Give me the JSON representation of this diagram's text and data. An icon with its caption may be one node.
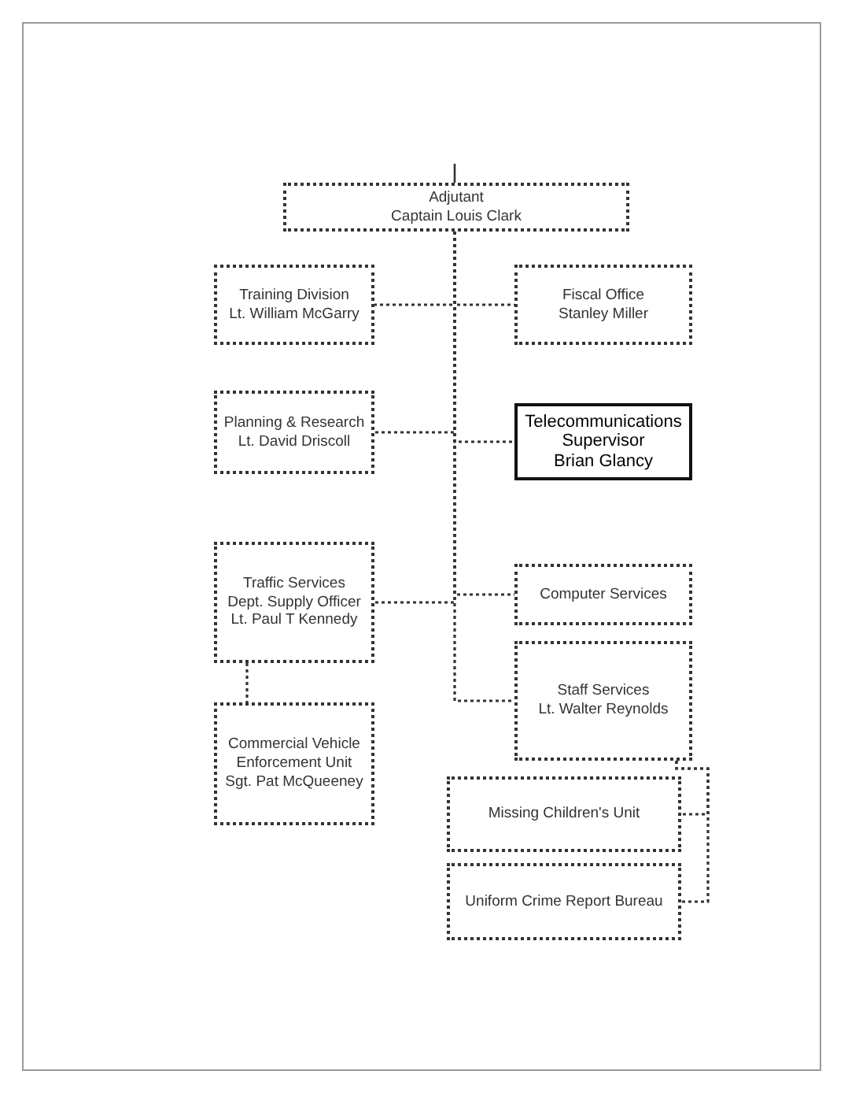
{
  "diagram": {
    "nodes": [
      {
        "text": [
          "Adjutant",
          "Captain Louis Clark"
        ]
      },
      {
        "text": [
          "Training Division",
          "Lt. William McGarry"
        ]
      },
      {
        "text": [
          "Fiscal Office",
          "Stanley Miller"
        ]
      },
      {
        "text": [
          "Planning & Research",
          "Lt. David Driscoll"
        ]
      },
      {
        "text": [
          "Telecommunications Supervisor",
          "Brian Glancy"
        ]
      },
      {
        "text": [
          "Traffic Services",
          "Dept. Supply Officer",
          "Lt. Paul T Kennedy"
        ]
      },
      {
        "text": [
          "Computer Services"
        ]
      },
      {
        "text": [
          "Commercial Vehicle Enforcement Unit",
          "Sgt. Pat McQueeney"
        ]
      },
      {
        "text": [
          "Staff Services",
          "Lt. Walter Reynolds"
        ]
      },
      {
        "text": [
          "Missing Children's Unit"
        ]
      },
      {
        "text": [
          "Uniform Crime Report Bureau"
        ]
      }
    ],
    "edges": [
      {
        "from": null,
        "to": 0,
        "arrow": "none"
      },
      {
        "from": 0,
        "to": 1,
        "arrow": "none",
        "style": "dashed"
      },
      {
        "from": 0,
        "to": 2,
        "arrow": "none",
        "style": "dashed"
      },
      {
        "from": 0,
        "to": 3,
        "arrow": "none",
        "style": "dashed"
      },
      {
        "from": 0,
        "to": 4,
        "arrow": "none",
        "style": "dashed"
      },
      {
        "from": 0,
        "to": 5,
        "arrow": "none",
        "style": "dashed"
      },
      {
        "from": 0,
        "to": 6,
        "arrow": "none",
        "style": "dashed"
      },
      {
        "from": 0,
        "to": 8,
        "arrow": "none",
        "style": "dashed"
      },
      {
        "from": 5,
        "to": 7,
        "arrow": "none",
        "style": "dashed"
      },
      {
        "from": 8,
        "to": 9,
        "arrow": "none",
        "style": "dashed"
      },
      {
        "from": 8,
        "to": 10,
        "arrow": "none",
        "style": "dashed"
      }
    ]
  }
}
